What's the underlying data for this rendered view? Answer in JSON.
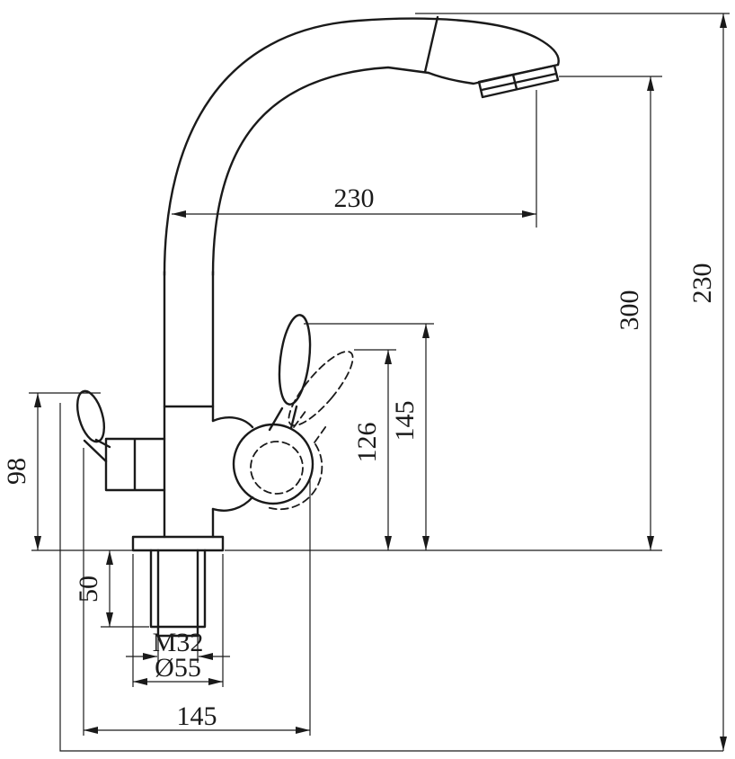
{
  "drawing": {
    "background": "#ffffff",
    "line_color": "#1a1a1a",
    "dimensions": {
      "spout_reach": "230",
      "outlet_height": "300",
      "overall_height": "230",
      "solid_lever_tip_height": "145",
      "dashed_lever_tip_height": "126",
      "left_handle_height": "98",
      "thread_length": "50",
      "thread_size": "M32",
      "base_diameter": "Ø55",
      "base_span": "145"
    }
  }
}
